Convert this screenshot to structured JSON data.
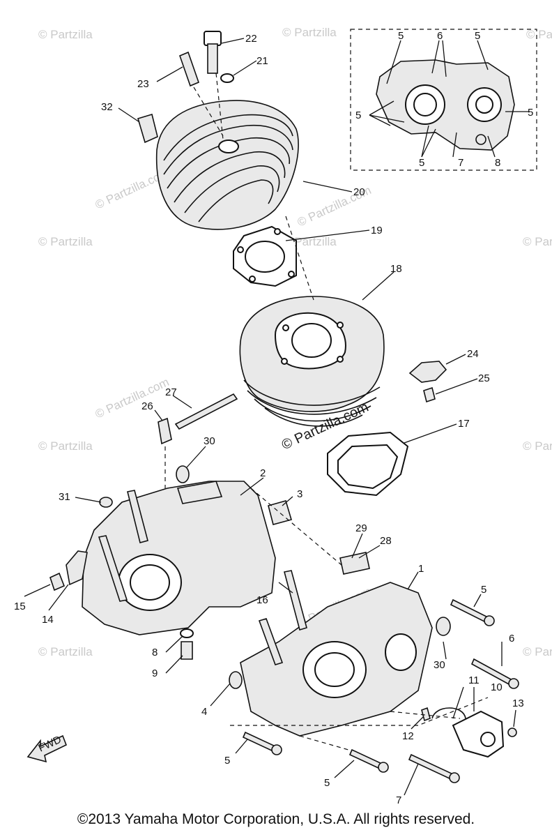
{
  "copyright": "©2013  Yamaha Motor Corporation, U.S.A. All rights reserved.",
  "watermark": "© Partzilla.com",
  "watermark_short": "© Partzilla",
  "fwd_label": "FWD",
  "callouts": {
    "c1": "1",
    "c2": "2",
    "c3": "3",
    "c4": "4",
    "c5": "5",
    "c6": "6",
    "c7": "7",
    "c8": "8",
    "c9": "9",
    "c10": "10",
    "c11": "11",
    "c12": "12",
    "c13": "13",
    "c14": "14",
    "c15": "15",
    "c16": "16",
    "c17": "17",
    "c18": "18",
    "c19": "19",
    "c20": "20",
    "c21": "21",
    "c22": "22",
    "c23": "23",
    "c24": "24",
    "c25": "25",
    "c26": "26",
    "c27": "27",
    "c28": "28",
    "c29": "29",
    "c30": "30",
    "c31": "31",
    "c32": "32"
  }
}
